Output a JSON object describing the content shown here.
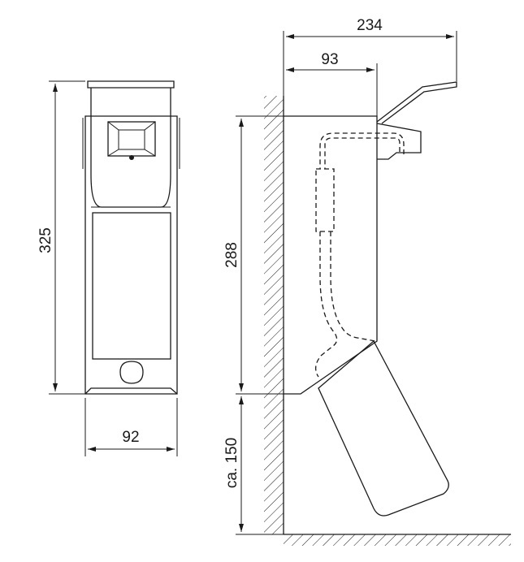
{
  "dimensions": {
    "front_height": "325",
    "front_width": "92",
    "overall_depth": "234",
    "body_depth": "93",
    "side_height": "288",
    "bottle_clearance": "ca. 150"
  },
  "colors": {
    "line": "#1a1a1a",
    "background": "#ffffff"
  }
}
